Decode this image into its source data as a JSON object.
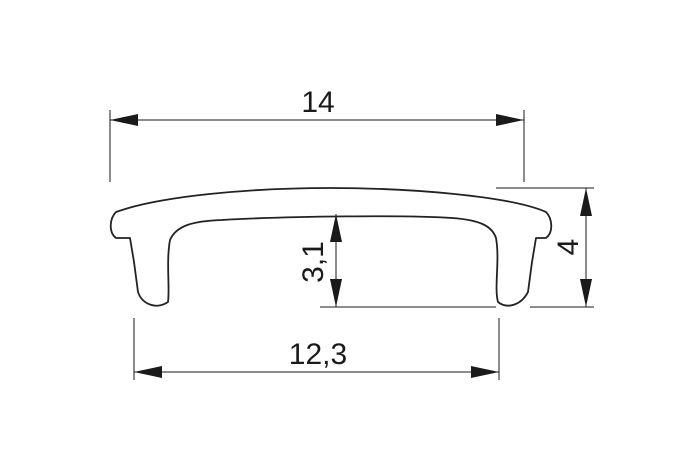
{
  "dimensions": {
    "overall_width": "14",
    "inner_width": "12,3",
    "inner_height": "3,1",
    "overall_height": "4"
  },
  "colors": {
    "line": "#1a1a1a",
    "profile_stroke": "#222222",
    "profile_fill": "#ffffff",
    "background": "#ffffff"
  }
}
